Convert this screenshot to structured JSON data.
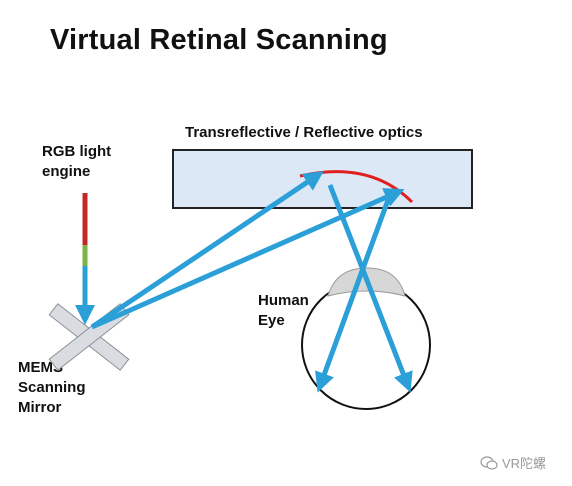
{
  "title": "Virtual Retinal Scanning",
  "labels": {
    "optics": "Transreflective / Reflective optics",
    "rgb_line1": "RGB light",
    "rgb_line2": "engine",
    "eye_line1": "Human",
    "eye_line2": "Eye",
    "mems_line1": "MEMS",
    "mems_line2": "Scanning",
    "mems_line3": "Mirror"
  },
  "watermark": {
    "text": "VR陀螺",
    "icon": "wechat-icon"
  },
  "colors": {
    "beam": "#2a9fd8",
    "optics_fill": "#dce8f5",
    "red_arc": "#e02020",
    "engine_red": "#c62828",
    "engine_green": "#7cb342",
    "mirror_fill": "#d9dde2",
    "cornea_fill": "#d7d7d7"
  }
}
